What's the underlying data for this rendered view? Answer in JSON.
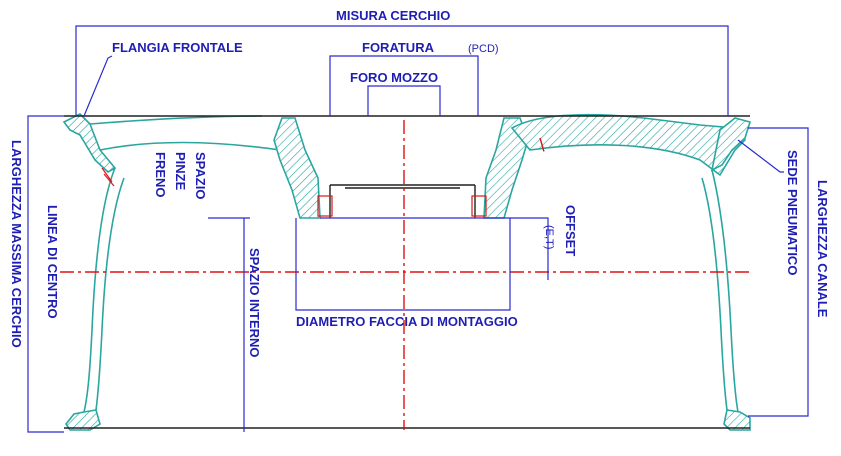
{
  "labels": {
    "misura_cerchio": "MISURA CERCHIO",
    "flangia_frontale": "FLANGIA FRONTALE",
    "foratura": "FORATURA",
    "pcd": "(PCD)",
    "foro_mozzo": "FORO MOZZO",
    "spazio_pinze_freno_1": "SPAZIO",
    "spazio_pinze_freno_2": "PINZE",
    "spazio_pinze_freno_3": "FRENO",
    "sede_pneumatico": "SEDE PNEUMATICO",
    "larghezza_canale": "LARGHEZZA CANALE",
    "offset": "OFFSET",
    "offset_sub": "(E,T)",
    "linea_di_centro": "LINEA DI CENTRO",
    "larghezza_massima_cerchio": "LARGHEZZA MASSIMA CERCHIO",
    "spazio_interno": "SPAZIO INTERNO",
    "diametro_faccia_montaggio": "DIAMETRO FACCIA DI MONTAGGIO"
  },
  "colors": {
    "label_blue": "#1e1eb4",
    "dimension_line": "#2a2ad0",
    "rim_section": "#2aa6a0",
    "center_line": "#e01010"
  }
}
